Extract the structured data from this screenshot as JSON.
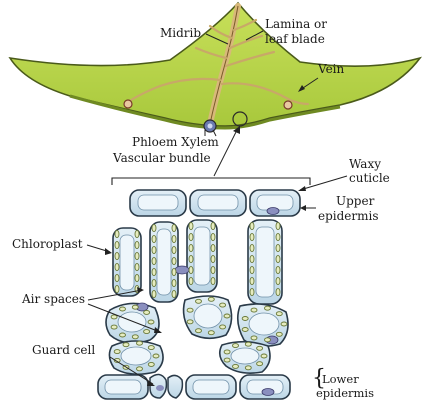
{
  "labels": {
    "midrib": "Midrib",
    "lamina_line1": "Lamina or",
    "lamina_line2": "leaf blade",
    "vein": "Vein",
    "phloem_xylem": "Phloem  Xylem",
    "vascular_bundle": "Vascular bundle",
    "waxy_line1": "Waxy",
    "waxy_line2": "cuticle",
    "upper_line1": "Upper",
    "upper_line2": "epidermis",
    "chloroplast": "Chloroplast",
    "air_spaces": "Air spaces",
    "guard_cell": "Guard cell",
    "lower_line1": "Lower",
    "lower_line2": "epidermis"
  },
  "colors": {
    "leaf_fill": "#b9d64a",
    "leaf_stroke": "#4a5a1a",
    "midrib": "#d8b87a",
    "cell_fill": "#cfe3ee",
    "cell_stroke": "#2a3a48",
    "chloroplast_fill": "#e6ecc0",
    "chloroplast_stroke": "#6b7a3a",
    "nucleus": "#8a8fbf"
  }
}
